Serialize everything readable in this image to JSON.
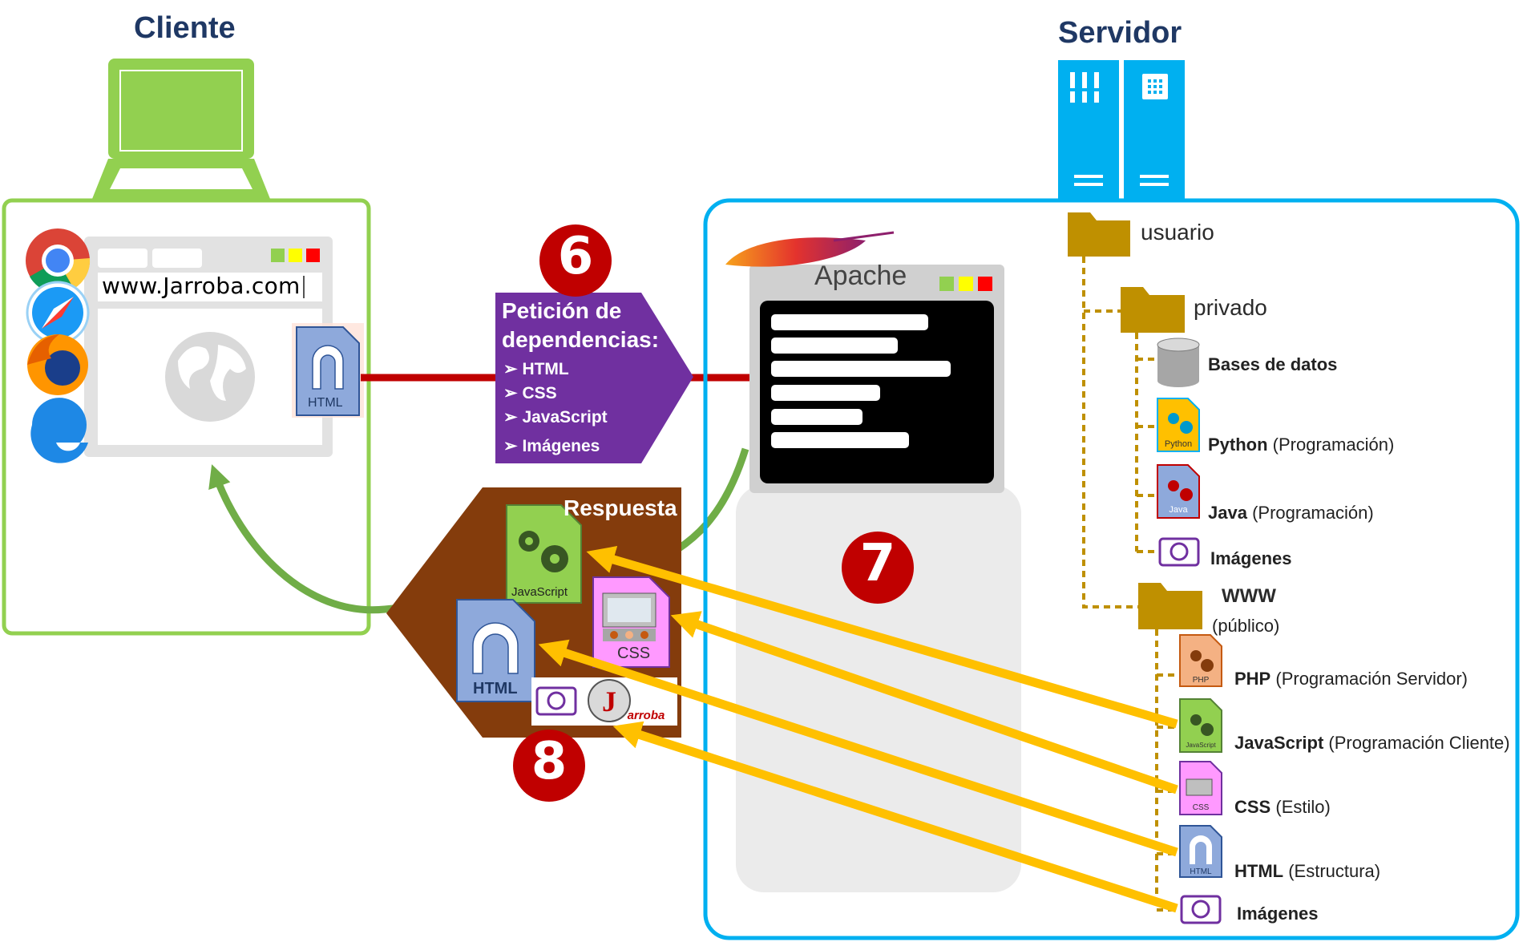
{
  "client": {
    "title": "Cliente",
    "url": "www.Jarroba.com"
  },
  "server": {
    "title": "Servidor",
    "app_name": "Apache"
  },
  "steps": {
    "request": "6",
    "process": "7",
    "response": "8"
  },
  "request_box": {
    "title_line1": "Petición de",
    "title_line2": "dependencias:",
    "items": [
      "HTML",
      "CSS",
      "JavaScript",
      "Imágenes"
    ]
  },
  "response_box": {
    "title": "Respuesta",
    "files": [
      "JavaScript",
      "CSS",
      "HTML"
    ],
    "logo_text": "Jarroba"
  },
  "client_file": "HTML",
  "tree": {
    "root": "usuario",
    "private": {
      "name": "privado",
      "items": [
        {
          "bold": "Bases de datos",
          "rest": "",
          "icon": "database-icon"
        },
        {
          "bold": "Python",
          "rest": " (Programación)",
          "icon": "python-file-icon",
          "icon_text": "Python"
        },
        {
          "bold": "Java",
          "rest": " (Programación)",
          "icon": "java-file-icon",
          "icon_text": "Java"
        },
        {
          "bold": "Imágenes",
          "rest": "",
          "icon": "camera-icon"
        }
      ]
    },
    "public": {
      "name": "WWW",
      "subtitle": "(público)",
      "items": [
        {
          "bold": "PHP",
          "rest": " (Programación Servidor)",
          "icon": "php-file-icon",
          "icon_text": "PHP"
        },
        {
          "bold": "JavaScript",
          "rest": " (Programación Cliente)",
          "icon": "js-file-icon",
          "icon_text": "JavaScript"
        },
        {
          "bold": "CSS",
          "rest": " (Estilo)",
          "icon": "css-file-icon",
          "icon_text": "CSS"
        },
        {
          "bold": "HTML",
          "rest": " (Estructura)",
          "icon": "html-file-icon",
          "icon_text": "HTML"
        },
        {
          "bold": "Imágenes",
          "rest": "",
          "icon": "camera-icon"
        }
      ]
    }
  },
  "colors": {
    "client_green": "#92d050",
    "arrow_green": "#70ad47",
    "server_blue": "#00b0f0",
    "request_purple": "#7030a0",
    "response_brown": "#843c0c",
    "badge_red": "#c00000",
    "flow_yellow": "#ffc000",
    "folder_gold": "#bf9000",
    "line_red": "#c00000"
  }
}
